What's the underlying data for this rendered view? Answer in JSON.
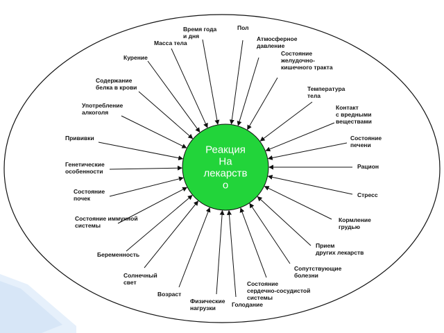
{
  "diagram": {
    "center": {
      "lines": [
        "Реакция",
        "На",
        "лекарств",
        "о"
      ],
      "color": "#22d43a"
    },
    "factors": [
      {
        "id": "pol",
        "lines": [
          "Пол"
        ]
      },
      {
        "id": "atmosfernoe-davlenie",
        "lines": [
          "Атмосферное",
          "давление"
        ]
      },
      {
        "id": "sostoyanie-zhkt",
        "lines": [
          "Состояние",
          "желудочно-",
          "кишечного тракта"
        ]
      },
      {
        "id": "temperatura-tela",
        "lines": [
          "Температура",
          "тела"
        ]
      },
      {
        "id": "kontakt-vrednye-veshchestva",
        "lines": [
          "Контакт",
          "с вредными",
          "веществами"
        ]
      },
      {
        "id": "sostoyanie-pecheni",
        "lines": [
          "Состояние",
          "печени"
        ]
      },
      {
        "id": "racion",
        "lines": [
          "Рацион"
        ]
      },
      {
        "id": "stress",
        "lines": [
          "Стресс"
        ]
      },
      {
        "id": "kormlenie-grudyu",
        "lines": [
          "Кормление",
          "грудью"
        ]
      },
      {
        "id": "priem-drugih-lekarstv",
        "lines": [
          "Прием",
          "других лекарств"
        ]
      },
      {
        "id": "soputstvuyushchie-bolezni",
        "lines": [
          "Сопутствующие",
          "болезни"
        ]
      },
      {
        "id": "sostoyanie-ssс",
        "lines": [
          "Состояние",
          "сердечно-сосудистой",
          "системы"
        ]
      },
      {
        "id": "golodanie",
        "lines": [
          "Голодание"
        ]
      },
      {
        "id": "fizicheskie-nagruzki",
        "lines": [
          "Физические",
          "нагрузки"
        ]
      },
      {
        "id": "vozrast",
        "lines": [
          "Возраст"
        ]
      },
      {
        "id": "solnechnyy-svet",
        "lines": [
          "Солнечный",
          "свет"
        ]
      },
      {
        "id": "beremennost",
        "lines": [
          "Беременность"
        ]
      },
      {
        "id": "immunnaya-sistema",
        "lines": [
          "Состояние иммунной",
          "системы"
        ]
      },
      {
        "id": "sostoyanie-pochek",
        "lines": [
          "Состояние",
          "почек"
        ]
      },
      {
        "id": "geneticheskie-osobennosti",
        "lines": [
          "Генетические",
          "особенности"
        ]
      },
      {
        "id": "privivki",
        "lines": [
          "Прививки"
        ]
      },
      {
        "id": "upotreblenie-alkogolya",
        "lines": [
          "Употребление",
          "алкоголя"
        ]
      },
      {
        "id": "soderzhanie-belka",
        "lines": [
          "Содержание",
          "белка в крови"
        ]
      },
      {
        "id": "kurenie",
        "lines": [
          "Курение"
        ]
      },
      {
        "id": "massa-tela",
        "lines": [
          "Масса тела"
        ]
      },
      {
        "id": "vremya-goda",
        "lines": [
          "Время года",
          "и дня"
        ]
      }
    ]
  }
}
